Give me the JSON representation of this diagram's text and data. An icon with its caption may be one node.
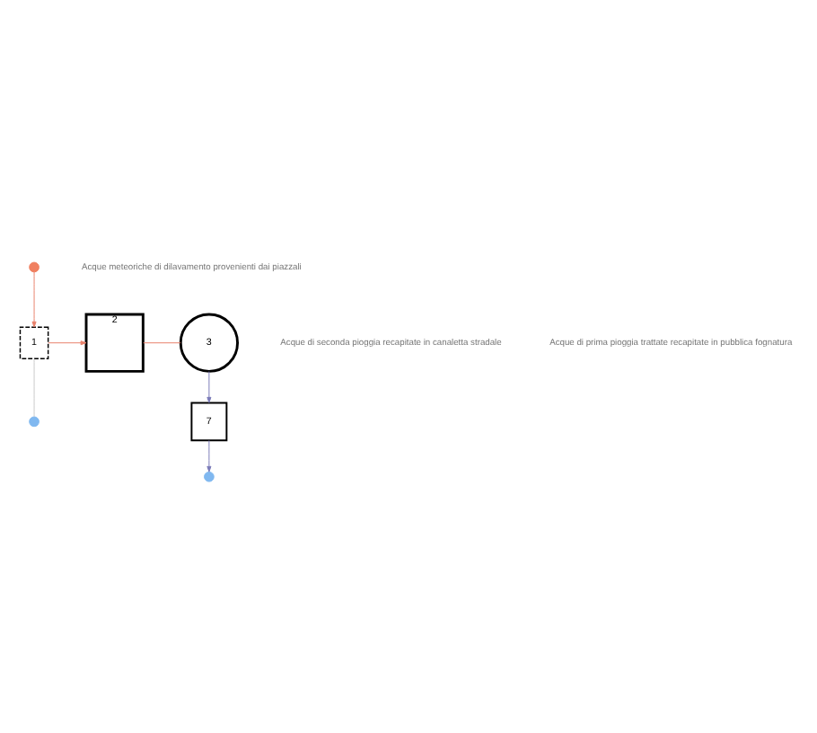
{
  "diagram": {
    "nodes": [
      {
        "text": [],
        "shape": "circle"
      },
      {
        "text": [
          "1"
        ]
      },
      {
        "text": [
          "2"
        ]
      },
      {
        "text": [
          "3"
        ]
      },
      {
        "text": [],
        "shape": "circle"
      },
      {
        "text": [
          "7"
        ]
      },
      {
        "text": [],
        "shape": "circle"
      }
    ],
    "edges": [
      {
        "from": 0,
        "to": 1,
        "arrow": "to",
        "color": "#e8806a"
      },
      {
        "from": 1,
        "to": 2,
        "arrow": "to",
        "color": "#e8806a"
      },
      {
        "from": 2,
        "to": 3,
        "arrow": "none",
        "color": "#e8806a"
      },
      {
        "from": 1,
        "to": 4,
        "arrow": "none",
        "color": "#c8c8c8"
      },
      {
        "from": 3,
        "to": 5,
        "arrow": "to",
        "color": "#7a7ab8"
      },
      {
        "from": 5,
        "to": 6,
        "arrow": "to",
        "color": "#7a7ab8"
      }
    ],
    "labels": [
      "Acque meteoriche di dilavamento provenienti dai piazzali",
      "Acque di seconda pioggia recapitate in canaletta stradale",
      "Acque di prima pioggia trattate recapitate in pubblica fognatura"
    ]
  }
}
